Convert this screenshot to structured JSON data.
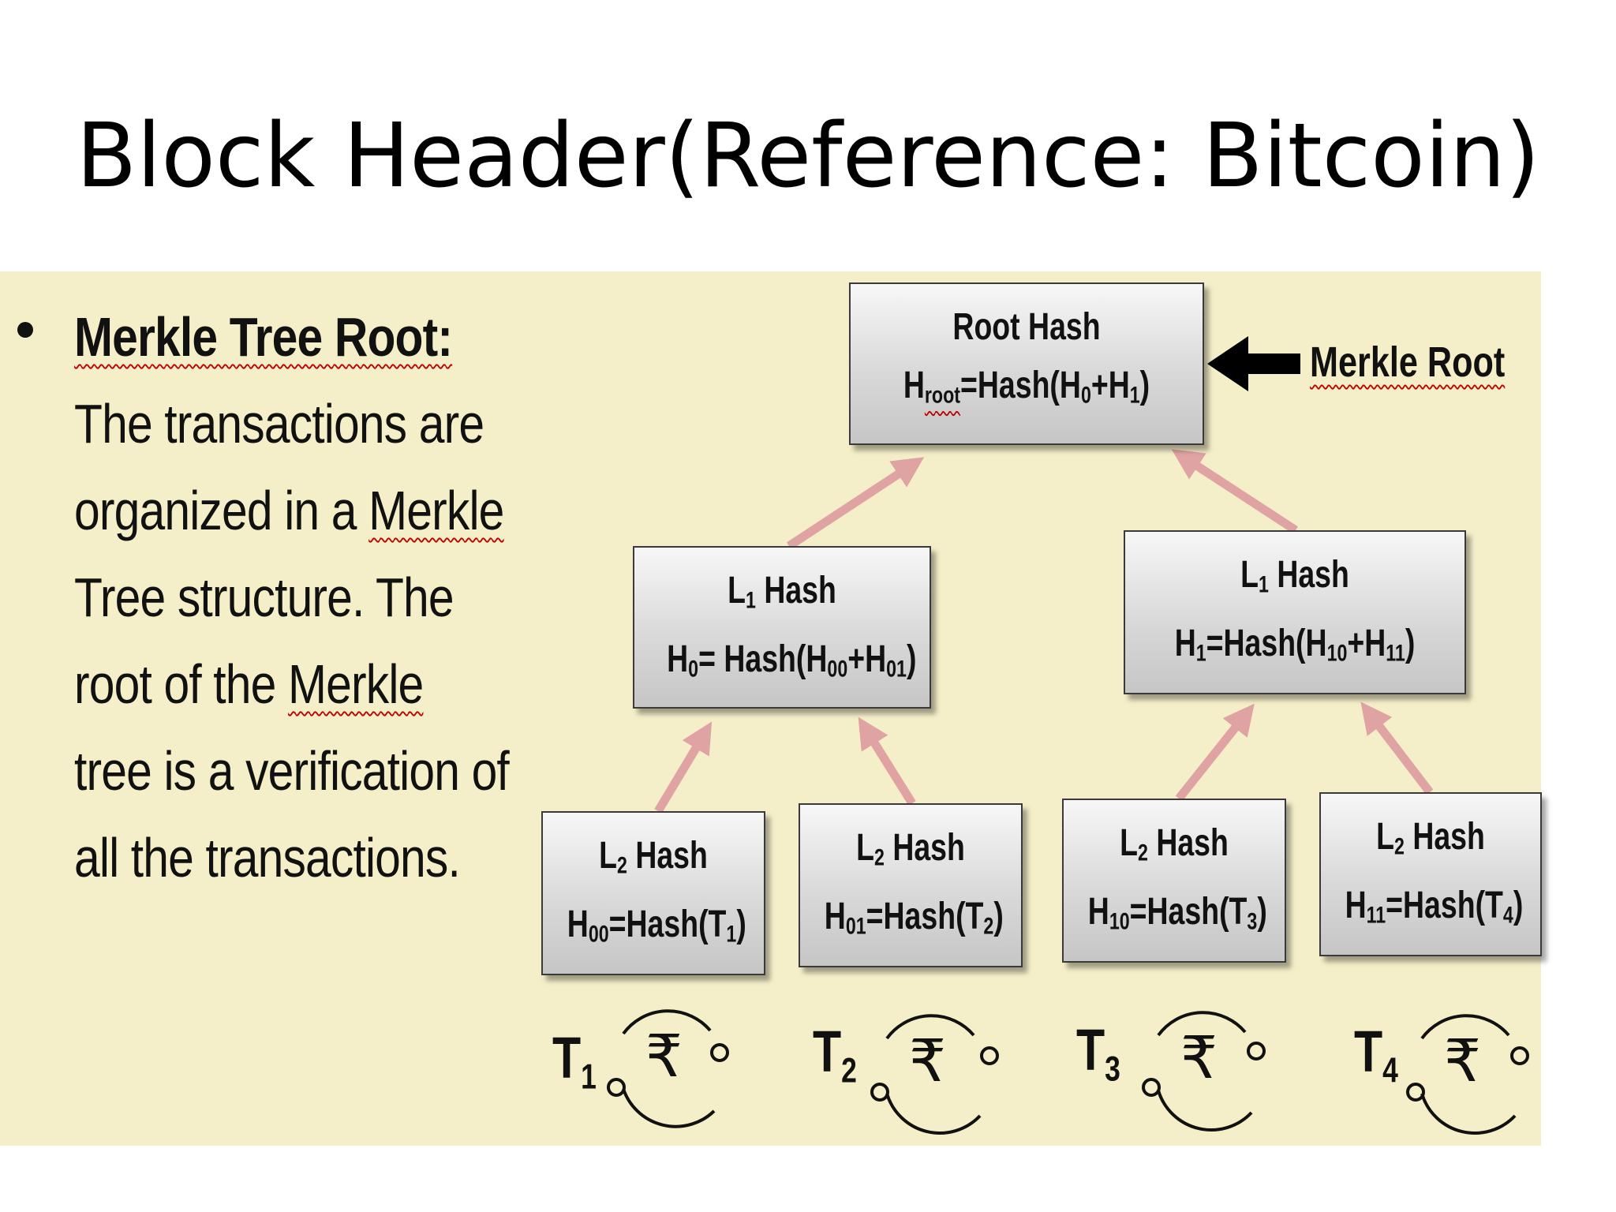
{
  "slide": {
    "title": "Block Header(Reference: Bitcoin)"
  },
  "bullet": {
    "lead": "Merkle Tree Root:",
    "text_before_merkle1": " The transactions are organized in a ",
    "merkle_word_1": "Merkle",
    "text_mid": " Tree structure. The root of the ",
    "merkle_word_2": "Merkle",
    "text_after": " tree is a verification of all the transactions."
  },
  "diagram": {
    "root": {
      "line1": "Root Hash",
      "line2_pre": "H",
      "line2_sub": "root",
      "line2_post": "=Hash(H",
      "sub_a": "0",
      "mid": "+H",
      "sub_b": "1",
      "end": ")"
    },
    "merkle_root_label": "Merkle Root",
    "level1": [
      {
        "line1_pre": "L",
        "line1_sub": "1",
        "line1_post": " Hash",
        "h": "H",
        "h_sub": "0",
        "eq": "= Hash(H",
        "a": "00",
        "plus": "+H",
        "b": "01",
        "end": ")"
      },
      {
        "line1_pre": "L",
        "line1_sub": "1",
        "line1_post": " Hash",
        "h": "H",
        "h_sub": "1",
        "eq": "=Hash(H",
        "a": "10",
        "plus": "+H",
        "b": "11",
        "end": ")"
      }
    ],
    "level2": [
      {
        "line1_pre": "L",
        "line1_sub": "2",
        "line1_post": " Hash",
        "h": "H",
        "h_sub": "00",
        "eq": "=Hash(T",
        "t": "1",
        "end": ")"
      },
      {
        "line1_pre": "L",
        "line1_sub": "2",
        "line1_post": " Hash",
        "h": "H",
        "h_sub": "01",
        "eq": "=Hash(T",
        "t": "2",
        "end": ")"
      },
      {
        "line1_pre": "L",
        "line1_sub": "2",
        "line1_post": " Hash",
        "h": "H",
        "h_sub": "10",
        "eq": "=Hash(T",
        "t": "3",
        "end": ")"
      },
      {
        "line1_pre": "L",
        "line1_sub": "2",
        "line1_post": " Hash",
        "h": "H",
        "h_sub": "11",
        "eq": "=Hash(T",
        "t": "4",
        "end": ")"
      }
    ],
    "transactions": [
      {
        "letter": "T",
        "sub": "1",
        "symbol": "₹"
      },
      {
        "letter": "T",
        "sub": "2",
        "symbol": "₹"
      },
      {
        "letter": "T",
        "sub": "3",
        "symbol": "₹"
      },
      {
        "letter": "T",
        "sub": "4",
        "symbol": "₹"
      }
    ],
    "colors": {
      "arrow": "#e0a3a3",
      "panel": "#f5efc9",
      "pointer_arrow": "#000000"
    }
  }
}
